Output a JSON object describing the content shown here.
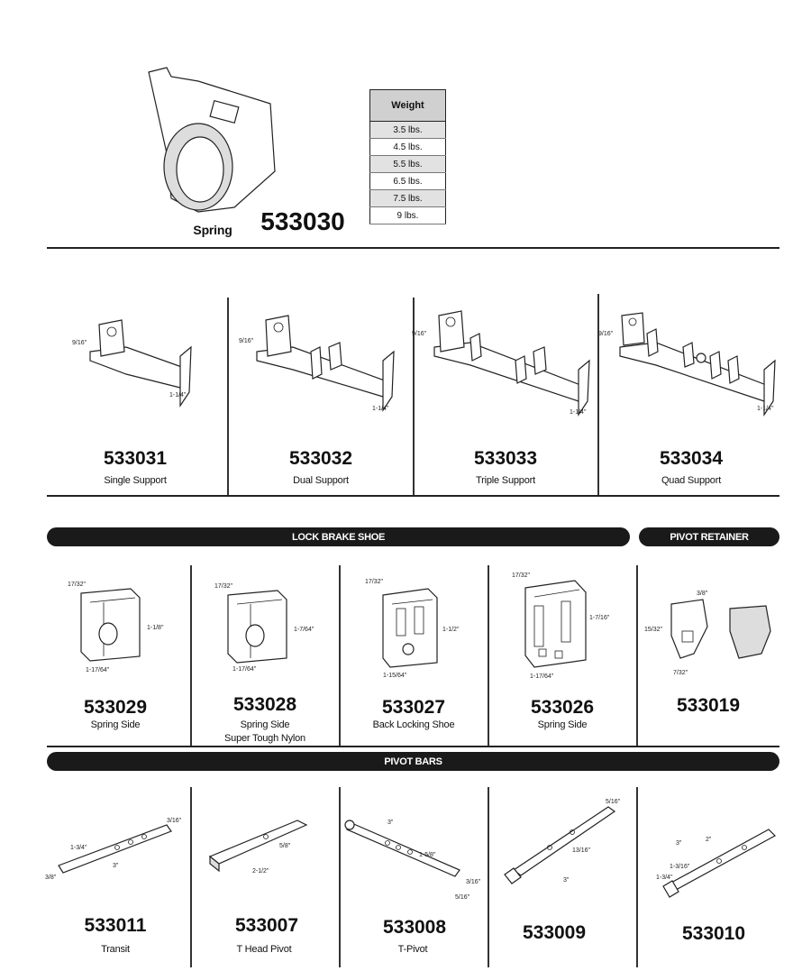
{
  "spring": {
    "label": "Spring",
    "part_number": "533030"
  },
  "weight_table": {
    "header": "Weight",
    "rows": [
      "3.5 lbs.",
      "4.5 lbs.",
      "5.5 lbs.",
      "6.5 lbs.",
      "7.5 lbs.",
      "9 lbs."
    ]
  },
  "supports": [
    {
      "part_number": "533031",
      "label": "Single Support",
      "dims": [
        "9/16\"",
        "1-1/4\""
      ]
    },
    {
      "part_number": "533032",
      "label": "Dual Support",
      "dims": [
        "9/16\"",
        "1-1/4\""
      ]
    },
    {
      "part_number": "533033",
      "label": "Triple Support",
      "dims": [
        "9/16\"",
        "1-1/4\""
      ]
    },
    {
      "part_number": "533034",
      "label": "Quad Support",
      "dims": [
        "9/16\"",
        "1-1/4\""
      ]
    }
  ],
  "sections": {
    "lock_brake_shoe": "LOCK BRAKE SHOE",
    "pivot_retainer": "PIVOT RETAINER",
    "pivot_bars": "PIVOT BARS"
  },
  "shoes": [
    {
      "part_number": "533029",
      "label": "Spring Side",
      "label2": "",
      "dims": [
        "17/32\"",
        "1-1/8\"",
        "1-17/64\""
      ]
    },
    {
      "part_number": "533028",
      "label": "Spring Side",
      "label2": "Super Tough Nylon",
      "dims": [
        "17/32\"",
        "1-7/64\"",
        "1-17/64\""
      ]
    },
    {
      "part_number": "533027",
      "label": "Back Locking Shoe",
      "label2": "",
      "dims": [
        "17/32\"",
        "1-1/2\"",
        "1-15/64\""
      ]
    },
    {
      "part_number": "533026",
      "label": "Spring Side",
      "label2": "",
      "dims": [
        "17/32\"",
        "1-7/16\"",
        "1-17/64\""
      ]
    }
  ],
  "retainer": {
    "part_number": "533019",
    "dims": [
      "3/8\"",
      "15/32\"",
      "7/32\""
    ]
  },
  "pivot_bars": [
    {
      "part_number": "533011",
      "label": "Transit",
      "dims": [
        "1-3/4\"",
        "3/16\"",
        "3/8\"",
        "3\""
      ]
    },
    {
      "part_number": "533007",
      "label": "T Head Pivot",
      "dims": [
        "5/8\"",
        "2-1/2\""
      ]
    },
    {
      "part_number": "533008",
      "label": "T-Pivot",
      "dims": [
        "3\"",
        "1-5/8\"",
        "3/16\"",
        "5/16\""
      ]
    },
    {
      "part_number": "533009",
      "label": "",
      "dims": [
        "5/16\"",
        "13/16\"",
        "3\""
      ]
    },
    {
      "part_number": "533010",
      "label": "",
      "dims": [
        "3\"",
        "2\"",
        "1-3/16\"",
        "1-3/4\""
      ]
    }
  ]
}
